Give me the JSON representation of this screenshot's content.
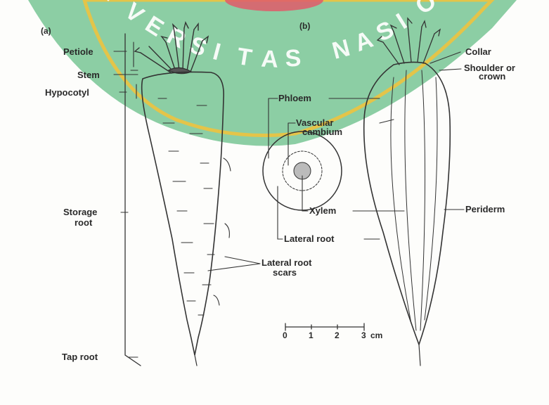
{
  "watermark": {
    "text": "UNIVERSITAS NASIONAL",
    "band_color": "#7fc99a",
    "accent_color": "#f3c23a",
    "logo_color": "#e05a6a"
  },
  "panel_a": {
    "letter": "(a)",
    "labels": {
      "petiole": "Petiole",
      "stem": "Stem",
      "hypocotyl": "Hypocotyl",
      "storage_root_1": "Storage",
      "storage_root_2": "root",
      "lateral_root_scars_1": "Lateral root",
      "lateral_root_scars_2": "scars",
      "tap_root": "Tap root"
    }
  },
  "panel_b": {
    "letter": "(b)",
    "labels": {
      "collar": "Collar",
      "shoulder_1": "Shoulder or",
      "shoulder_2": "crown",
      "phloem": "Phloem",
      "vascular_cambium_1": "Vascular",
      "vascular_cambium_2": "cambium",
      "xylem": "Xylem",
      "periderm": "Periderm",
      "lateral_root": "Lateral root"
    }
  },
  "scale_bar": {
    "ticks": [
      "0",
      "1",
      "2",
      "3"
    ],
    "unit": "cm"
  }
}
